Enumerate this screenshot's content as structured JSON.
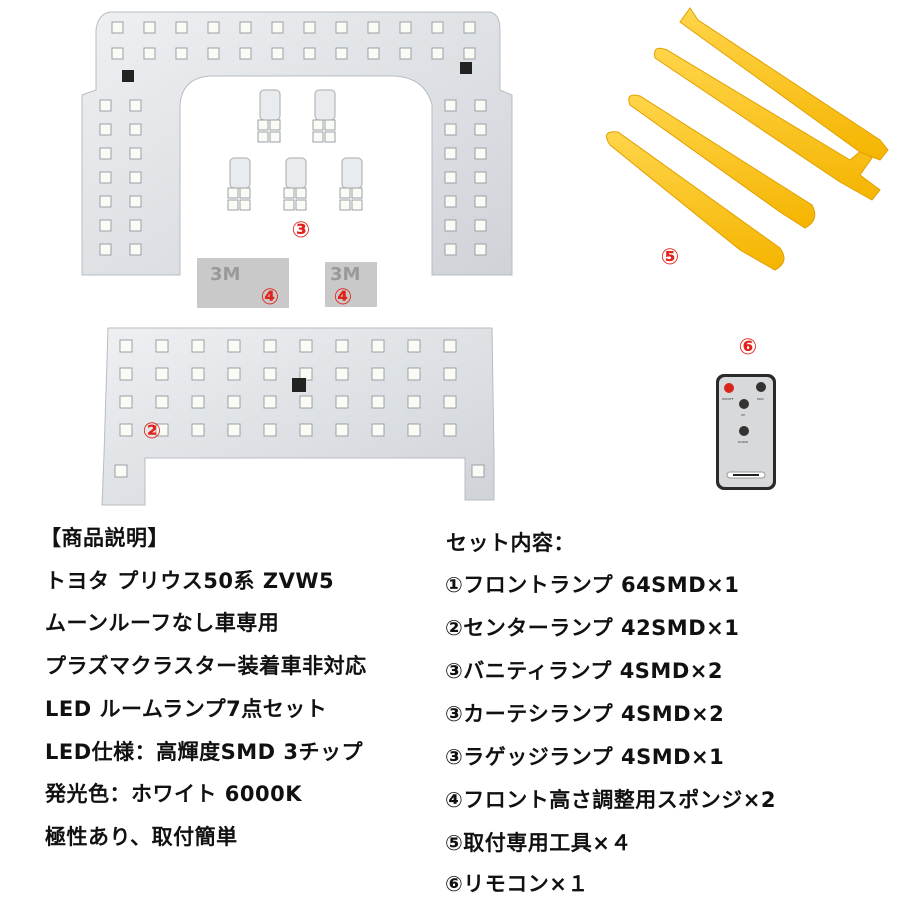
{
  "markers": {
    "vanity_bulbs": "③",
    "sponge_left": "④",
    "sponge_right": "④",
    "center_lamp": "②",
    "tools": "⑤",
    "remote": "⑥"
  },
  "sponge_brand": "3M",
  "remote": {
    "power_label": "ON/OFF",
    "max_label": "MAX",
    "up_label": "UP",
    "down_label": "DOWN"
  },
  "colors": {
    "marker_red": "#e0241b",
    "tool_yellow": "#ffc51e",
    "power_red": "#d9261c"
  },
  "description": {
    "heading": "【商品説明】",
    "lines": [
      "トヨタ プリウス50系 ZVW5",
      "ムーンルーフなし車専用",
      "プラズマクラスター装着車非対応",
      "LED ルームランプ7点セット",
      "LED仕様：高輝度SMD 3チップ",
      "発光色：ホワイト 6000K",
      "極性あり、取付簡単"
    ]
  },
  "contents": {
    "heading": "セット内容：",
    "items": [
      "①フロントランプ 64SMD×1",
      "②センターランプ 42SMD×1",
      "③バニティランプ 4SMD×2",
      "③カーテシランプ 4SMD×2",
      "③ラゲッジランプ 4SMD×1",
      "④フロント高さ調整用スポンジ×2",
      "⑤取付専用工具×４",
      "⑥リモコン×１"
    ]
  }
}
